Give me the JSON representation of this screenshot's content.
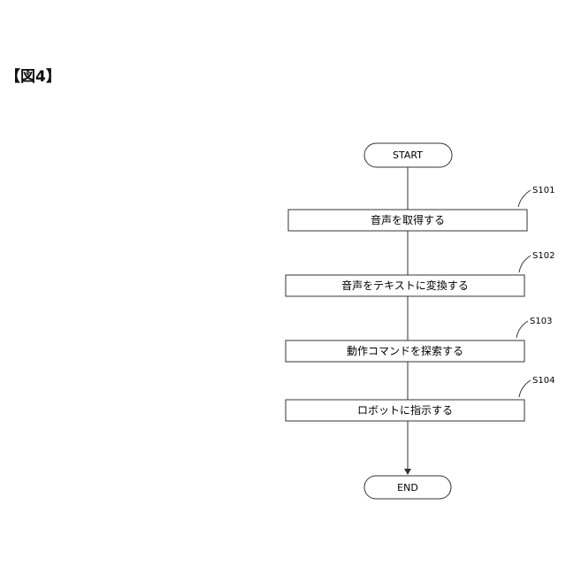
{
  "figure_label": "【図4】",
  "start_label": "START",
  "end_label": "END",
  "steps": [
    {
      "id": "S101",
      "text": "音声を取得する"
    },
    {
      "id": "S102",
      "text": "音声をテキストに変換する"
    },
    {
      "id": "S103",
      "text": "動作コマンドを探索する"
    },
    {
      "id": "S104",
      "text": "ロボットに指示する"
    }
  ]
}
